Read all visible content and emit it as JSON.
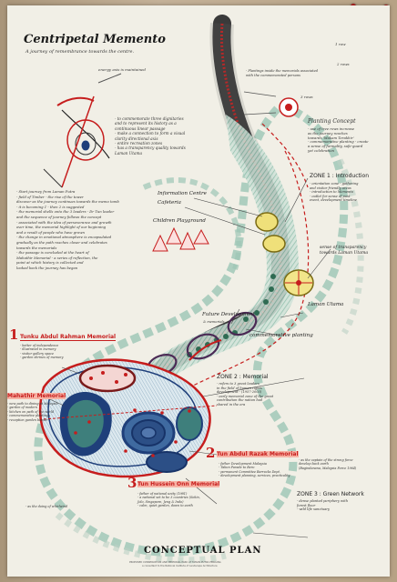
{
  "title": "Centripetal Memento",
  "subtitle": "A journey of remembrance towards the centre.",
  "labels": {
    "axis_note": "energy axis is maintained",
    "info_centre": "Information Centre",
    "cafeteria": "Cafeteria",
    "playground": "Children Playground",
    "future_dev": "Future Development",
    "memorials_small": "& memorials",
    "planting": "commemorative planting",
    "lawan": "Laman Utama",
    "transparency_1": "sense of transparency",
    "transparency_2": "towards Laman Utama",
    "rows_1": "1 row",
    "rows_2": "2 rows",
    "rows_3": "3 rows",
    "bottom_title": "CONCEPTUAL PLAN",
    "bottom_sub_1": "PROPOSED CONSERVATION AND MEMORIAL PARK AT TAMAN PUTRA PERDANA",
    "bottom_sub_2": "a consultant to the National Institute of Landscape Architecture"
  },
  "planting_concept": {
    "heading": "Planting Concept",
    "lines": [
      "- use of tree rows increase",
      "  as the journey reaches",
      "  towards 'Makam Terakhir'",
      "- commemorative planting - create",
      "  a sense of formality, safe-guard",
      "  yet celebration"
    ]
  },
  "zones": [
    {
      "title": "ZONE 1 : Introduction",
      "lines": [
        "- orientation zone - gathering",
        "  and visitor friendly areas",
        "- introduction to Memento",
        "- outlet for sense of past",
        "  event, development timeline"
      ]
    },
    {
      "title": "ZONE 2 : Memorial",
      "lines": [
        "- refers to 3 great leaders",
        "  in the field of human rights",
        "  development - (1957-2003)",
        "- early memorial zone of the great",
        "  contribution the nation had",
        "  shared in the era"
      ]
    },
    {
      "title": "ZONE 3 : Green Network",
      "lines": [
        "- dense planted periphery with",
        "  forest floor",
        "- wild life sanctuary"
      ]
    }
  ],
  "memorials": [
    {
      "num": "1",
      "name": "Tunku Abdul Rahman Memorial"
    },
    {
      "name": "Mahathir Memorial"
    },
    {
      "num": "2",
      "name": "Tun Abdul Razak Memorial"
    },
    {
      "num": "3",
      "name": "Tun Hussein Onn Memorial"
    }
  ],
  "notes": {
    "right_top": [
      "- Plantings inside the memorials associated",
      "  with the commemorated persons"
    ],
    "center_sketch": [
      "- to commemorate three dignitaries",
      "  and to represent its history as a",
      "  continuous linear passage",
      "- make a connection to form a visual",
      "  clarity directional axis",
      "- entire recreation zones",
      "- has a transparency quality towards",
      "  Laman Utama"
    ],
    "left_column": [
      "- Start journey from Laman Putra",
      "- field of Timber - the rise of the tower",
      "  discover as the journey continues towards the memo tomb",
      "  - it is becoming 1 - then 2 is suggested",
      "",
      "- the memorial shells onto the 3 leaders - Dr Tun leader",
      "  and the sequence of journey follows the concept",
      "",
      "- associated with the idea of perseverance and growth",
      "  over time, the memorial highlight of our beginning",
      "  and a result of people who have grown",
      "",
      "- the change in emotional atmosphere is encapsulated",
      "  gradually as the path reaches closer and celebrates",
      "  towards the memorials",
      "",
      "- the passage is concluded at the heart of",
      "  Mahathir Memorial - a series of reflection, the",
      "  point at which history is collected and",
      "  looked back the journey has began"
    ],
    "tunku_detail": [
      "- better of independence",
      "- illustrated in memory",
      "- visitor gallery space",
      "- garden shrines of memory"
    ],
    "mahathir_detail": [
      "- new path to dining at Malaysia",
      "- garden of modern",
      "- kitchen on path of the world",
      "  - commemorative plantings",
      "  - reception garden border"
    ],
    "hussein_detail": [
      "- father of national unity (1981)",
      "- a national set to be 3 countries (Sekin,",
      "  Jolo, Singapore, Jeng & Indo)",
      "- calm, quiet garden, down to earth"
    ],
    "razak_detail": [
      "- father Development Malaysia",
      "- Tabon Parade to Bero",
      "- permanent Committee Barracks Dept.",
      "- development planning, services, practicality"
    ],
    "razak_right": [
      "- as the captain of the strong force",
      "  develop back earth",
      "  (Bagindanana, Malaysia Force 1964)"
    ],
    "bottom_left": [
      "- as the doing of whirlwind"
    ]
  },
  "colors": {
    "paper": "#f1efe6",
    "path_red": "#c61d1d",
    "path_grey": "#3a3a3a",
    "green_hatch": "#86b9a6",
    "yellow": "#e3d335",
    "navy": "#1f3f7a",
    "teal": "#3e7f7c",
    "purple": "#4b2a55",
    "pink": "#e9a7a5"
  }
}
